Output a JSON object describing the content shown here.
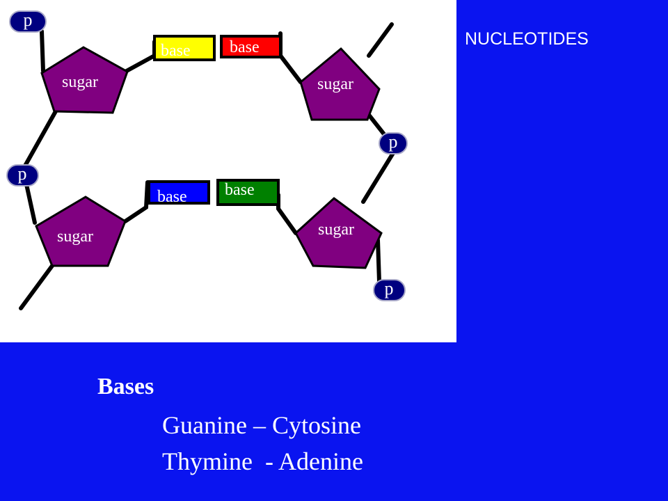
{
  "heading": "NUCLEOTIDES",
  "diagram": {
    "phosphate_label": "p",
    "sugar_label": "sugar",
    "base_label": "base",
    "colors": {
      "background": "#ffffff",
      "sugar": "#800080",
      "phosphate": "#000080",
      "bond": "#000000",
      "base_1": "#ffff00",
      "base_2": "#ff0000",
      "base_3": "#0000ff",
      "base_4": "#008000"
    }
  },
  "legend": {
    "title": "Bases",
    "pairs": [
      "Guanine – Cytosine",
      "Thymine  - Adenine"
    ]
  }
}
